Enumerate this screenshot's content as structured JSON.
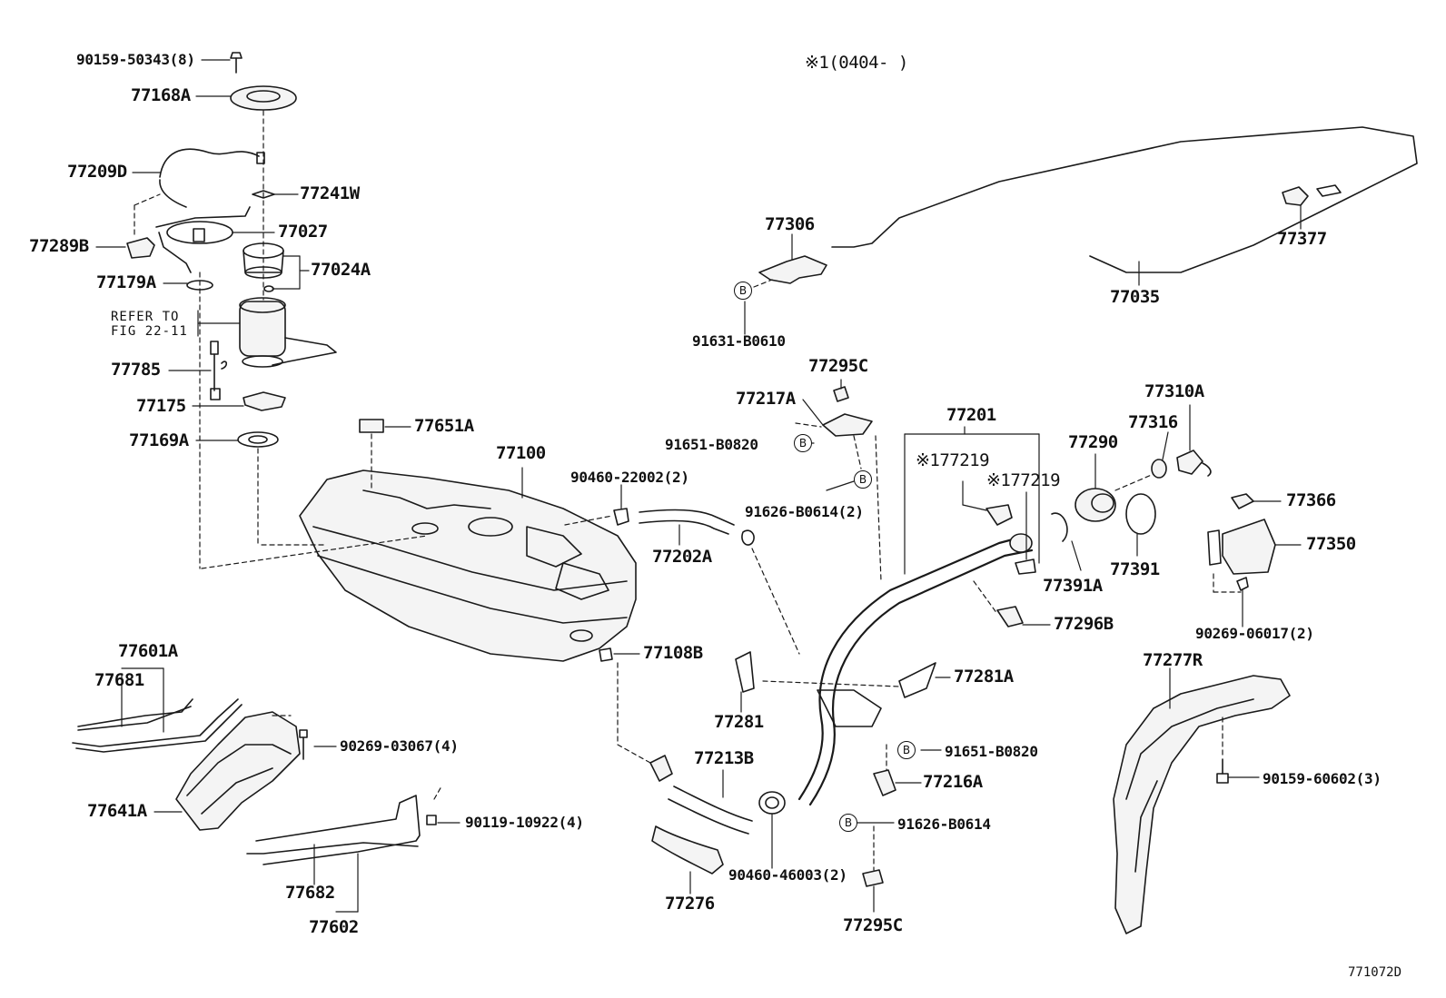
{
  "note": "※1(0404-   )",
  "figure_code": "771072D",
  "refer_note": {
    "line1": "REFER TO",
    "line2": "FIG 22-11"
  },
  "callout_letter": "B",
  "part_labels": {
    "p90159_50343": "90159-50343(8)",
    "p77168A": "77168A",
    "p77209D": "77209D",
    "p77241W": "77241W",
    "p77027": "77027",
    "p77289B": "77289B",
    "p77024A": "77024A",
    "p77179A": "77179A",
    "p77785": "77785",
    "p77175": "77175",
    "p77169A": "77169A",
    "p77651A": "77651A",
    "p77100": "77100",
    "p90460_22002": "90460-22002(2)",
    "p77202A": "77202A",
    "p77108B": "77108B",
    "p77306": "77306",
    "p91631_B0610": "91631-B0610",
    "p77035": "77035",
    "p77377": "77377",
    "p77295C_top": "77295C",
    "p77217A": "77217A",
    "p91651_B0820_top": "91651-B0820",
    "p91626_B0614_2": "91626-B0614(2)",
    "p77201": "77201",
    "p77219_a": "※177219",
    "p77219_b": "※177219",
    "p77290": "77290",
    "p77310A": "77310A",
    "p77316": "77316",
    "p77366": "77366",
    "p77350": "77350",
    "p77391A": "77391A",
    "p77391": "77391",
    "p77296B": "77296B",
    "p90269_06017": "90269-06017(2)",
    "p77601A": "77601A",
    "p77681": "77681",
    "p90269_03067": "90269-03067(4)",
    "p77641A": "77641A",
    "p90119_10922": "90119-10922(4)",
    "p77682": "77682",
    "p77602": "77602",
    "p77281": "77281",
    "p77281A": "77281A",
    "p77213B": "77213B",
    "p77276": "77276",
    "p90460_46003": "90460-46003(2)",
    "p91651_B0820_bot": "91651-B0820",
    "p77216A": "77216A",
    "p91626_B0614": "91626-B0614",
    "p77295C_bot": "77295C",
    "p77277R": "77277R",
    "p90159_60602": "90159-60602(3)"
  }
}
